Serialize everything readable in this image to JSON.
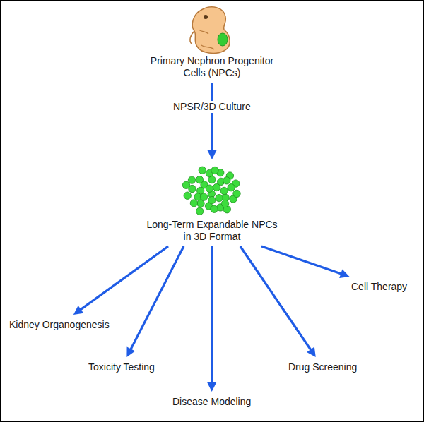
{
  "diagram": {
    "nodes": [
      {
        "text": [
          "Primary Nephron Progenitor Cells (NPCs)"
        ]
      },
      {
        "text": [
          "Long-Term Expandable NPCs in 3D Format"
        ]
      },
      {
        "text": [
          "Kidney Organogenesis"
        ]
      },
      {
        "text": [
          "Toxicity Testing"
        ]
      },
      {
        "text": [
          "Disease Modeling"
        ]
      },
      {
        "text": [
          "Drug Screening"
        ]
      },
      {
        "text": [
          "Cell Therapy"
        ]
      }
    ],
    "edges": [
      {
        "from": 0,
        "to": 1,
        "arrow": "to",
        "label": "NPSR/3D Culture"
      },
      {
        "from": 1,
        "to": 2,
        "arrow": "to"
      },
      {
        "from": 1,
        "to": 3,
        "arrow": "to"
      },
      {
        "from": 1,
        "to": 4,
        "arrow": "to"
      },
      {
        "from": 1,
        "to": 5,
        "arrow": "to"
      },
      {
        "from": 1,
        "to": 6,
        "arrow": "to"
      }
    ]
  }
}
